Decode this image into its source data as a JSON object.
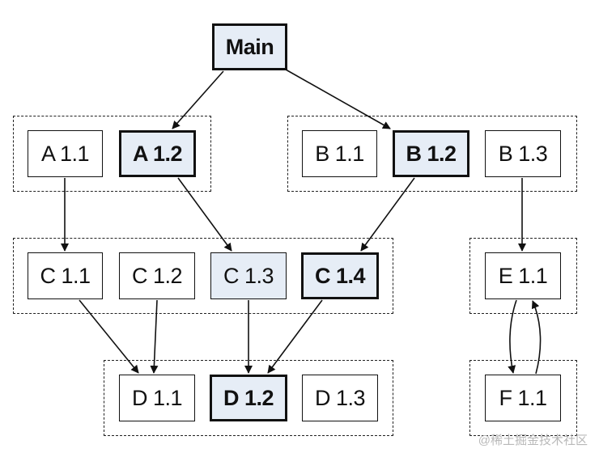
{
  "colors": {
    "highlight_fill": "#e6edf6",
    "stroke": "#111111",
    "watermark": "#b8b8b8"
  },
  "nodes": {
    "main": "Main",
    "a11": "A 1.1",
    "a12": "A 1.2",
    "b11": "B 1.1",
    "b12": "B 1.2",
    "b13": "B 1.3",
    "c11": "C 1.1",
    "c12": "C 1.2",
    "c13": "C 1.3",
    "c14": "C 1.4",
    "e11": "E 1.1",
    "d11": "D 1.1",
    "d12": "D 1.2",
    "d13": "D 1.3",
    "f11": "F 1.1"
  },
  "edges": [
    [
      "main",
      "a12"
    ],
    [
      "main",
      "b12"
    ],
    [
      "a11",
      "c11"
    ],
    [
      "a12",
      "c13"
    ],
    [
      "b12",
      "c14"
    ],
    [
      "b13",
      "e11"
    ],
    [
      "c11",
      "d11"
    ],
    [
      "c12",
      "d11"
    ],
    [
      "c13",
      "d12"
    ],
    [
      "c14",
      "d12"
    ],
    [
      "e11",
      "f11"
    ],
    [
      "f11",
      "e11"
    ]
  ],
  "watermark": "@稀土掘金技术社区"
}
